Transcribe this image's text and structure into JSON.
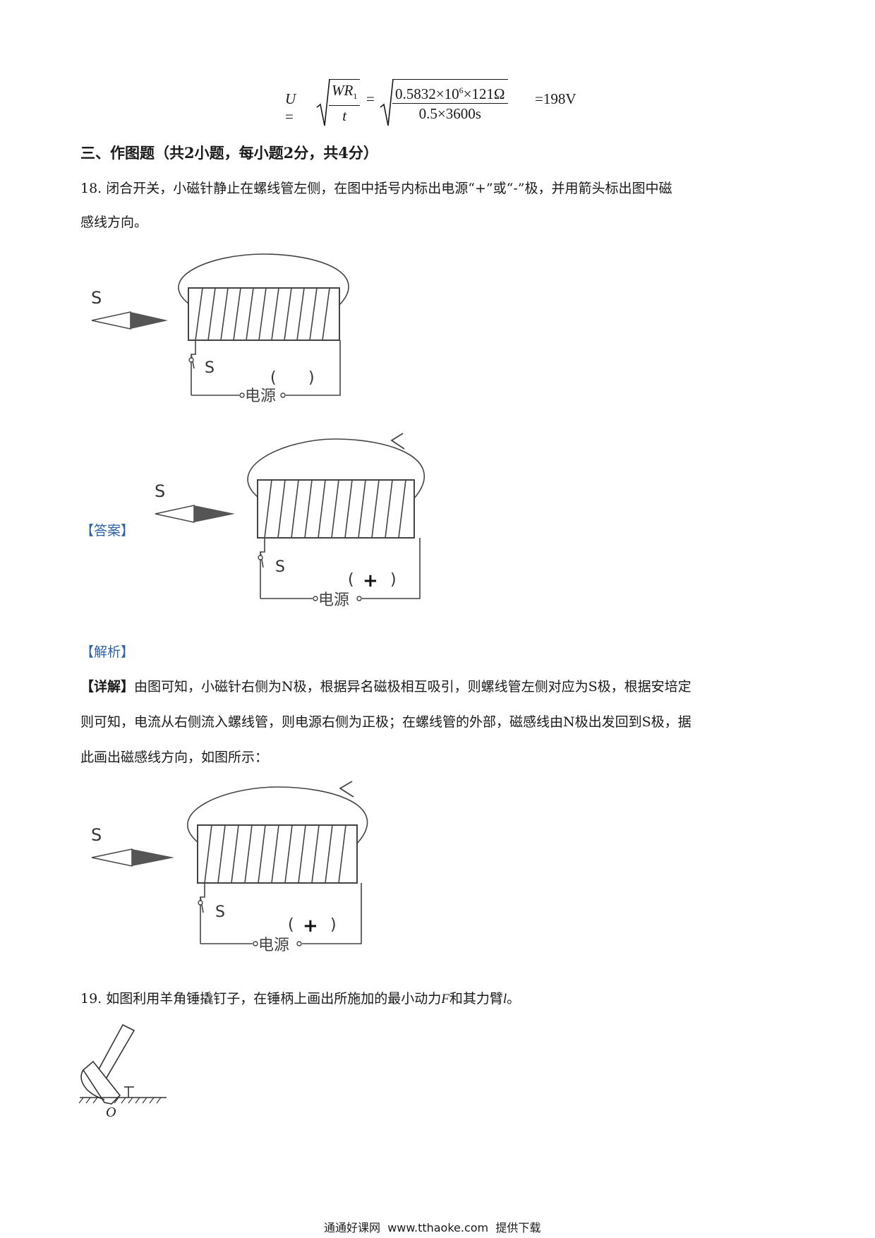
{
  "formula": {
    "lhs": "U",
    "eq": "=",
    "frac1_num": "WR",
    "frac1_num_sub": "1",
    "frac1_den": "t",
    "frac2_num_a": "0.5832×10",
    "frac2_num_exp": "6",
    "frac2_num_b": "×121Ω",
    "frac2_den": "0.5×3600s",
    "result": "=198V"
  },
  "section": {
    "heading": "三、作图题（共2小题，每小题2分，共4分）"
  },
  "q18": {
    "line1": "18. 闭合开关，小磁针静止在螺线管左侧，在图中括号内标出电源“+”或“-”极，并用箭头标出图中磁",
    "line2": "感线方向。",
    "figure": {
      "needle_label": "S",
      "switch_label": "S",
      "source_label": "电源",
      "paren_left": "(",
      "paren_right": ")"
    },
    "answer_tag": "【答案】",
    "answer_plus": "+",
    "analysis_tag": "【解析】",
    "detail_tag": "【详解】",
    "detail_line1": "由图可知，小磁针右侧为N极，根据异名磁极相互吸引，则螺线管左侧对应为S极，根据安培定",
    "detail_line2": "则可知，电流从右侧流入螺线管，则电源右侧为正极；在螺线管的外部，磁感线由N极出发回到S极，据",
    "detail_line3": "此画出磁感线方向，如图所示："
  },
  "q19": {
    "text_a": "19. 如图利用羊角锤撬钉子，在锤柄上画出所施加的最小动力",
    "var_F": "F",
    "text_b": "和其力臂",
    "var_l": "l",
    "text_c": "。",
    "pivot_label": "O"
  },
  "footer": {
    "site": "通通好课网",
    "url": "www.tthaoke.com",
    "tail": "提供下载"
  }
}
